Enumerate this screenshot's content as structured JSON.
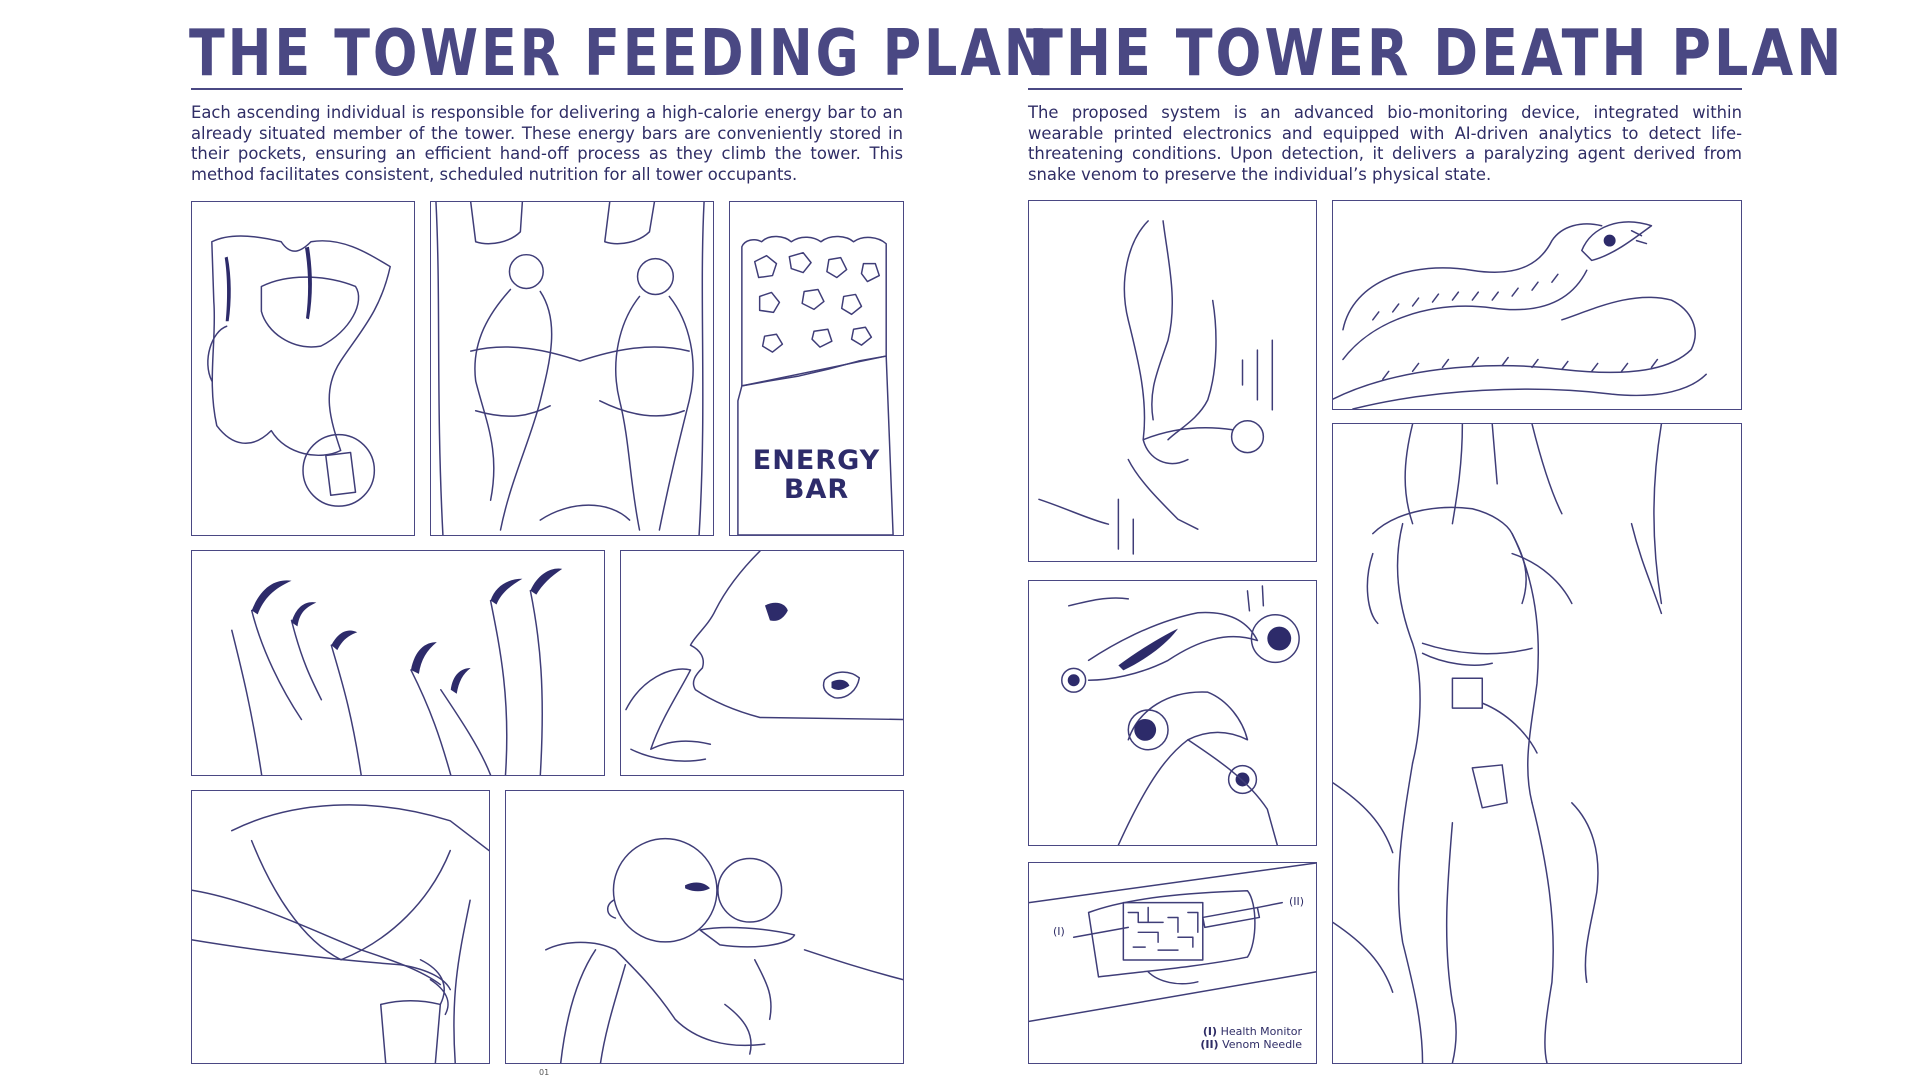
{
  "left_page": {
    "title": "THE TOWER FEEDING PLAN",
    "body": "Each ascending individual is responsible for delivering a high-calorie energy bar to an al­ready situated member of the tower. These energy bars are conveniently stored in their pockets, ensuring an efficient hand-off process as they climb the tower. This method facil­itates consistent, scheduled nutrition for all tower occupants.",
    "energy_bar_line1": "ENERGY",
    "energy_bar_line2": "BAR",
    "page_number": "01"
  },
  "right_page": {
    "title": "THE TOWER DEATH PLAN",
    "body": "The proposed system is an advanced bio-monitoring device, integrated within wearable printed electronics and equipped with AI-driven analytics to detect life-threatening con­ditions. Upon detection, it delivers a paralyzing agent derived from snake venom to pre­serve the individual’s physical state.",
    "callout_1": "(I)",
    "callout_2": "(II)",
    "legend": [
      {
        "marker": "(I)",
        "label": "Health Monitor"
      },
      {
        "marker": "(II)",
        "label": "Venom Needle"
      }
    ]
  },
  "colors": {
    "ink": "#3f3d78",
    "title": "#4a4883",
    "background": "#ffffff"
  }
}
